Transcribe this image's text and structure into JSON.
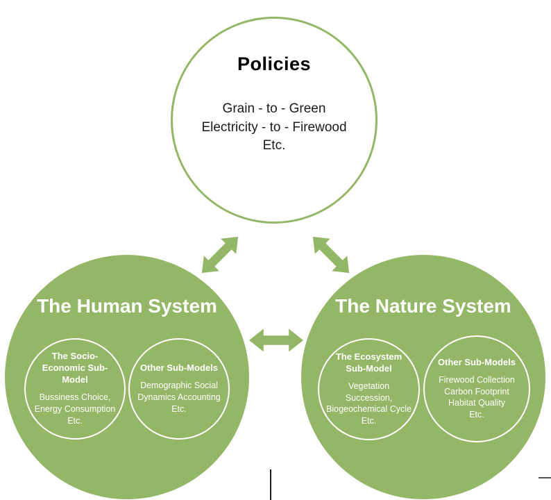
{
  "colors": {
    "green": "#94b767",
    "white": "#ffffff",
    "text_dark": "#1a1a1a"
  },
  "policies": {
    "title": "Policies",
    "body": "Grain - to - Green\nElectricity - to - Firewood\nEtc."
  },
  "human_system": {
    "title": "The Human System",
    "sub_models": [
      {
        "title": "The Socio-\nEconomic Sub-Model",
        "body": "Bussiness Choice,\nEnergy Consumption\nEtc."
      },
      {
        "title": "Other Sub-Models",
        "body": "Demographic Social\nDynamics Accounting\nEtc."
      }
    ]
  },
  "nature_system": {
    "title": "The Nature System",
    "sub_models": [
      {
        "title": "The Ecosystem\nSub-Model",
        "body": "Vegetation Succession,\nBiogeochemical Cycle\nEtc."
      },
      {
        "title": "Other Sub-Models",
        "body": "Firewood Collection\nCarbon Footprint\nHabitat Quality\nEtc."
      }
    ]
  }
}
